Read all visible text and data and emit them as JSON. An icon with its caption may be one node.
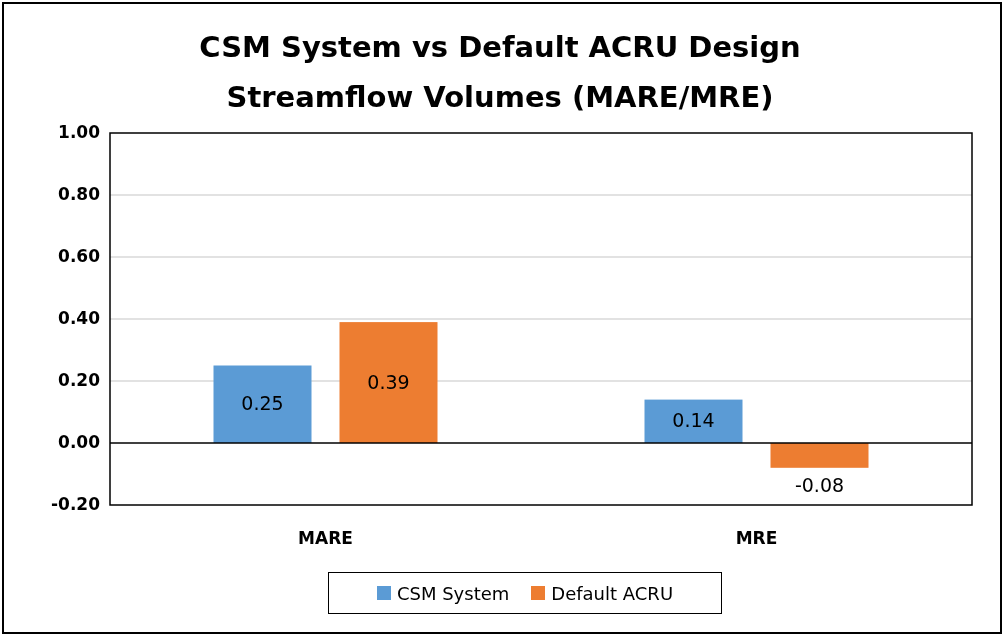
{
  "diagram": {
    "chart_data": {
      "type": "bar",
      "title": "CSM System vs Default ACRU Design Streamflow Volumes (MARE/MRE)",
      "categories": [
        "MARE",
        "MRE"
      ],
      "series": [
        {
          "name": "CSM System",
          "color": "#5b9bd5",
          "values": [
            0.25,
            0.14
          ]
        },
        {
          "name": "Default ACRU",
          "color": "#ed7d31",
          "values": [
            0.39,
            -0.08
          ]
        }
      ],
      "ylim": [
        -0.2,
        1.0
      ],
      "yticks": [
        {
          "value": -0.2,
          "label": "-0.20"
        },
        {
          "value": 0,
          "label": "0.00"
        },
        {
          "value": 0.2,
          "label": "0.20"
        },
        {
          "value": 0.4,
          "label": "0.40"
        },
        {
          "value": 0.6,
          "label": "0.60"
        },
        {
          "value": 0.8,
          "label": "0.80"
        },
        {
          "value": 1.0,
          "label": "1.00"
        }
      ],
      "data_labels": true,
      "grid": true,
      "legend": "bottom"
    }
  }
}
